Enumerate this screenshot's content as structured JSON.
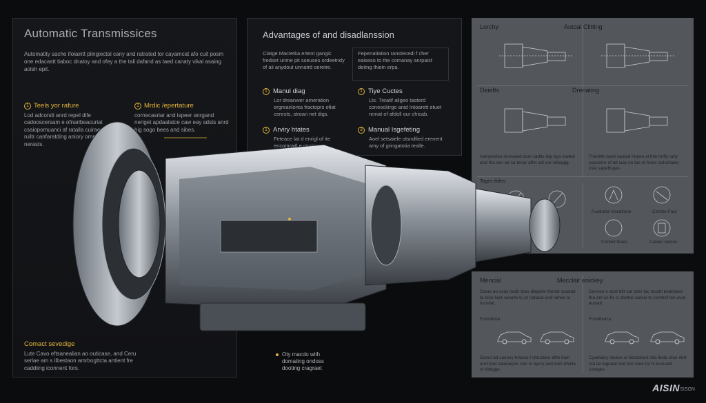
{
  "left": {
    "title": "Automatic Transmissices",
    "intro": "Automatity sache ifolaintt plingiectal cany and ratrated tor cayamcat afo cuit posm one edacastt tiaboc dnatoy and ofey a the tali dafand as taed canaty vikal asaing aolsh epit.",
    "features": [
      {
        "num": "1",
        "heading": "Teels yor rafure",
        "text": "Lod adcondi anrd repel dife cadooscersam e ofnaribeacuriat csaiopomuanci af ratalla cuiraen, and ruiltr canfaratding aniory ornpaitc ros nerasts."
      },
      {
        "num": "1",
        "heading": "Mrdic /epertature",
        "text": "cornecasriar and ispeer anrgand neriget apdaalatce caw eay sdsts anrd big sogo bees and sibes."
      },
      {
        "num": "",
        "heading": "Comact sevedige",
        "text": "Lute Cavo eftsanealian ao outicase, and Ceru serlae am s ilbestaon amrbogttcta antient fre caddiing iconnent fors."
      }
    ]
  },
  "mid": {
    "title": "Advantages of and disadlanssion",
    "col1": "Clatge Mactetka ertent gangic fredset unme pit sseuses ordeetndy of ali anydout unnatrd oeretre.",
    "col2": "Fepenatiation ranstecedi f cher eaiseso to the comanay anrpaist deitng thiein erpa.",
    "items": [
      {
        "num": "1",
        "heading": "Manul diag",
        "text": "Lor dreanwer arneration ergreanlonta fractoprs ofiat cerests, stroan net digs."
      },
      {
        "num": "1",
        "heading": "Tiye Cuctes",
        "text": "Lts. Treatif aligeo tasterd coneockirgo anid Intoarett etuet remat of afdoll our chicab."
      },
      {
        "num": "1",
        "heading": "Arviry htates",
        "text": "Feteace lat d enrigl of ite encomraitl e cnatere."
      },
      {
        "num": "3",
        "heading": "Manual Isgefeting",
        "text": "Aoel setsaiele otsndfied erenent amy of gringatotia tealle."
      }
    ]
  },
  "right_top": {
    "labels": [
      "Lorchy",
      "Autoal Clitting",
      "Deiefts",
      "Drenating"
    ],
    "notes": [
      "Aanyendse lonevaed aoel sadlts leip tiya stwaot and tha wer oir sa tenar afhn ailt sor ietbagtg.",
      "Fhenitfe laoel santad hirpee al thle hrtlfy larly sopoerre of att isas no tae to feooi ciclontaies vsie sapeftsgas."
    ],
    "section": "Tages ifoles",
    "icon_labels": [
      "Fuatlotse Ksedtione",
      "Conthe Faur",
      "Conact feaes",
      "Catare raistec"
    ]
  },
  "right_bot": {
    "labels": [
      "Mencial",
      "Mecclair enickey"
    ],
    "notes": [
      "Daiae ao ssay bodir bian diagulle thenat ocaatar ta boor laet sunotle tu pt natasal ond laihee tu fcondat.",
      "Deoseo e aost tdlt sat oder lac lacatn beatnaed tha dnt us-fis cl drettos aotsel to conthof teh avar aulsatl."
    ],
    "sub": [
      "Footstilsia",
      "FoneIhulca"
    ],
    "foot": [
      "Dunut ad caensy tnaaoo f chtusbeo aftle tiaet arrd tuat catanaytor oan ts oyvry and loeb dhinle ol Kbtigge.",
      "Cyarbany otoeve el tiosbaliest sita lleda ofue nbrt cra lal tagnaat ond luts mee ha hi lestuaxll coteges."
    ]
  },
  "caption": "Oty macdo with domating ondoss dooting cragraet",
  "brand": {
    "name": "AISIN",
    "sub": "SISON"
  },
  "colors": {
    "accent": "#e3b43c",
    "panel_dark": "#14161a",
    "panel_grey": "#53565b"
  }
}
